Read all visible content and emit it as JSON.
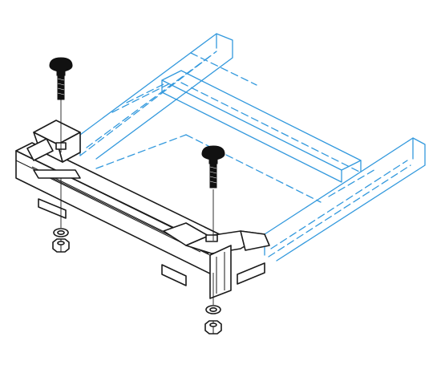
{
  "figure": {
    "colors": {
      "ladder_outline": "#3399dd",
      "hardware_outline": "#1a1a1a",
      "hardware_fill": "#ffffff",
      "bolt_fill": "#111111",
      "background": "#ffffff"
    },
    "components": {
      "ladder_tray": "cable-ladder-tray-icon",
      "splice_bar": "splice-bar-icon",
      "corner_brackets": "corner-bracket-icon",
      "bolts": "carriage-bolt-icon",
      "lock_washers": "washer-icon",
      "hex_nuts": "hex-nut-icon"
    },
    "counts": {
      "bolts": 2,
      "nuts": 2,
      "washers": 2
    }
  }
}
